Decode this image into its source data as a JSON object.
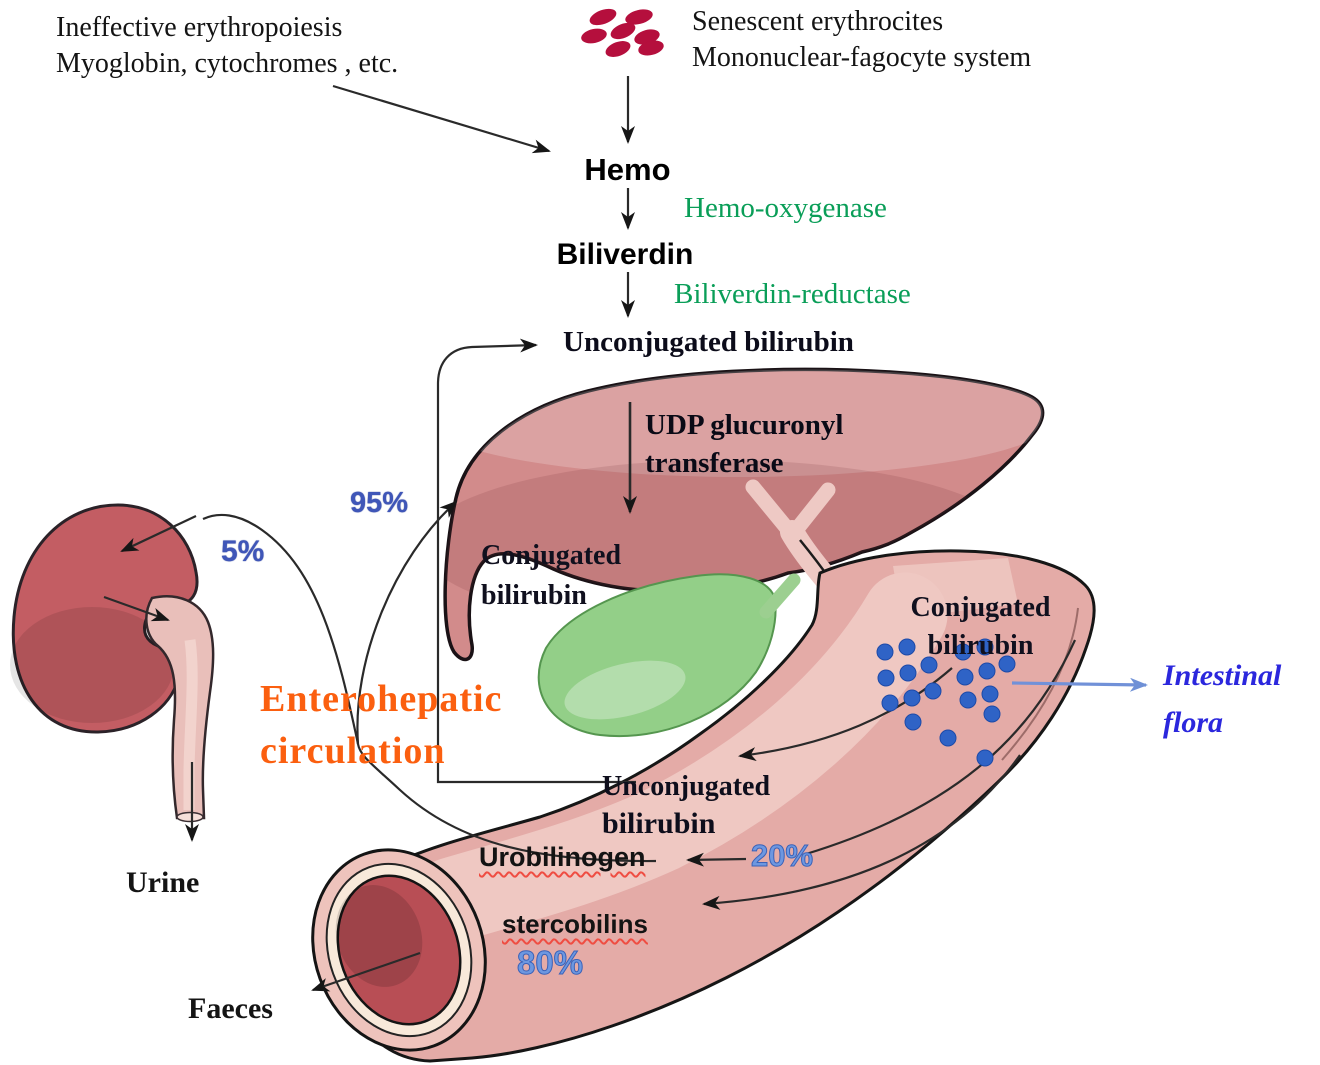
{
  "title": "Bilirubin metabolism and enterohepatic circulation diagram",
  "colors": {
    "enzyme_green": "#0a9e58",
    "percent_blue_dark": "#3f56b8",
    "percent_blue_light": "#6d97e0",
    "enterohepatic_orange": "#fb5f0f",
    "flora_blue": "#2b27dd",
    "liver_pink": "#d28b8b",
    "intestine_pink": "#e4aba7",
    "kidney_red": "#c35d63",
    "gallbladder_green": "#93cf88",
    "red_blood_cell": "#b50f3d",
    "bilirubin_dot_blue": "#2f63c6",
    "spellcheck_underline_red": "#ef4d42"
  },
  "labels": {
    "ineffective_line1": "Ineffective erythropoiesis",
    "ineffective_line2": "Myoglobin, cytochromes , etc.",
    "senescent_line1": "Senescent erythrocites",
    "senescent_line2": "Mononuclear-fagocyte system",
    "hemo": "Hemo",
    "hemo_oxygenase": "Hemo-oxygenase",
    "biliverdin": "Biliverdin",
    "biliverdin_reductase": "Biliverdin-reductase",
    "unconjugated_top_word1": "Unconjugated",
    "unconjugated_top_word2": "bilirubin",
    "udp_line1": "UDP glucuronyl",
    "udp_line2": "transferase",
    "conjugated_liver_line1": "Conjugated",
    "conjugated_liver_line2": "bilirubin",
    "conjugated_intestine_line1": "Conjugated",
    "conjugated_intestine_line2": "bilirubin",
    "intestinal_flora_line1": "Intestinal",
    "intestinal_flora_line2": "flora",
    "pct_95": "95%",
    "pct_5": "5%",
    "pct_20": "20%",
    "pct_80": "80%",
    "enterohepatic_line1": "Enterohepatic",
    "enterohepatic_line2": "circulation",
    "unconjugated_intestine_line1": "Unconjugated",
    "unconjugated_intestine_line2": "bilirubin",
    "urobilinogen": "Urobilinogen",
    "stercobilins": "stercobilins",
    "urine": "Urine",
    "faeces": "Faeces"
  }
}
